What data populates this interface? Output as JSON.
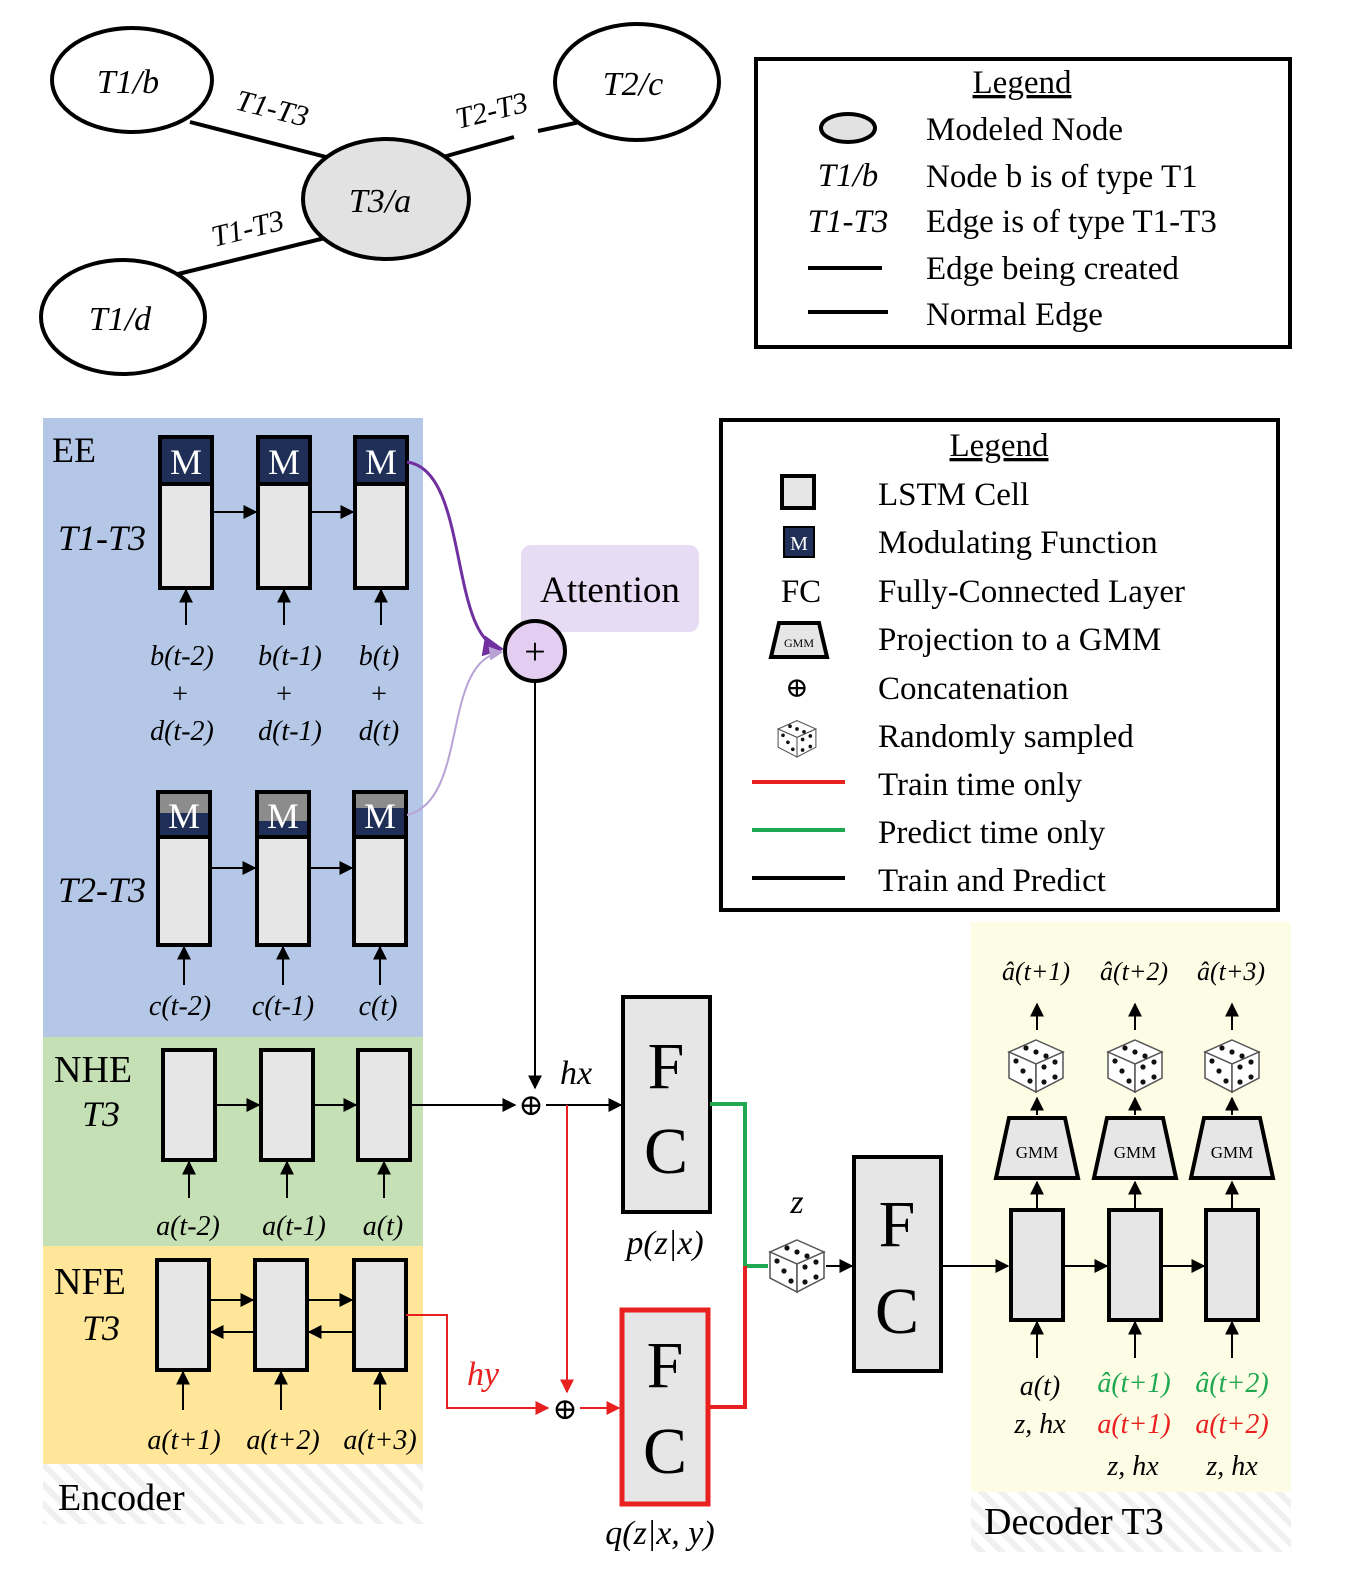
{
  "graph": {
    "nodes": {
      "t1b": "T1/b",
      "t2c": "T2/c",
      "t3a": "T3/a",
      "t1d": "T1/d"
    },
    "edges": {
      "e1": "T1-T3",
      "e2": "T2-T3",
      "e3": "T1-T3"
    }
  },
  "legend1": {
    "title": "Legend",
    "rows": [
      {
        "symbol": "",
        "text": "Modeled Node"
      },
      {
        "symbol": "T1/b",
        "text": "Node b is of type T1"
      },
      {
        "symbol": "T1-T3",
        "text": "Edge is of type T1-T3"
      },
      {
        "symbol": "",
        "text": "Edge being created"
      },
      {
        "symbol": "",
        "text": "Normal Edge"
      }
    ]
  },
  "legend2": {
    "title": "Legend",
    "rows": [
      {
        "symbol": "",
        "text": "LSTM Cell"
      },
      {
        "symbol": "M",
        "text": "Modulating Function"
      },
      {
        "symbol": "FC",
        "text": "Fully-Connected Layer"
      },
      {
        "symbol": "GMM",
        "text": "Projection to a GMM"
      },
      {
        "symbol": "⊕",
        "text": "Concatenation"
      },
      {
        "symbol": "",
        "text": "Randomly sampled"
      },
      {
        "symbol": "",
        "text": "Train time only",
        "color": "#e8201f"
      },
      {
        "symbol": "",
        "text": "Predict time only",
        "color": "#1fa84f"
      },
      {
        "symbol": "",
        "text": "Train and Predict",
        "color": "#000000"
      }
    ]
  },
  "encoder": {
    "label": "Encoder",
    "ee": {
      "label": "EE",
      "row1_label": "T1-T3",
      "row2_label": "T2-T3",
      "row1_inputs": [
        [
          "b(t-2)",
          "+",
          "d(t-2)"
        ],
        [
          "b(t-1)",
          "+",
          "d(t-1)"
        ],
        [
          "b(t)",
          "+",
          "d(t)"
        ]
      ],
      "row2_inputs": [
        "c(t-2)",
        "c(t-1)",
        "c(t)"
      ]
    },
    "nhe": {
      "label": "NHE",
      "type": "T3",
      "inputs": [
        "a(t-2)",
        "a(t-1)",
        "a(t)"
      ]
    },
    "nfe": {
      "label": "NFE",
      "type": "T3",
      "inputs": [
        "a(t+1)",
        "a(t+2)",
        "a(t+3)"
      ]
    }
  },
  "attention": {
    "label": "Attention",
    "symbol": "+"
  },
  "middle": {
    "hx": "hx",
    "hy": "hy",
    "z": "z",
    "fc_letters": [
      "F",
      "C"
    ],
    "p_label": "p(z|x)",
    "q_label": "q(z|x, y)",
    "concat_symbol": "⊕"
  },
  "decoder": {
    "label": "Decoder T3",
    "outputs": [
      "â(t+1)",
      "â(t+2)",
      "â(t+3)"
    ],
    "gmm": "GMM",
    "inputs_main": [
      "a(t)",
      "â(t+1)",
      "â(t+2)"
    ],
    "inputs_train": [
      "",
      "a(t+1)",
      "a(t+2)"
    ],
    "inputs_ctx": [
      "z, hx",
      "z, hx",
      "z, hx"
    ]
  },
  "colors": {
    "ee_bg": "#b4c7e7",
    "nhe_bg": "#c5e0b4",
    "nfe_bg": "#ffe699",
    "decoder_bg": "#fdfde6",
    "attention_bg": "#e8dcf4",
    "attention_circle": "#e3cdf0",
    "cell_fill": "#e6e6e6",
    "mod_dark": "#1f2f57",
    "red": "#e8201f",
    "green": "#1fa84f",
    "purple": "#7030a0",
    "light_purple": "#b9a2d6",
    "node_fill": "#e2e2e2"
  }
}
